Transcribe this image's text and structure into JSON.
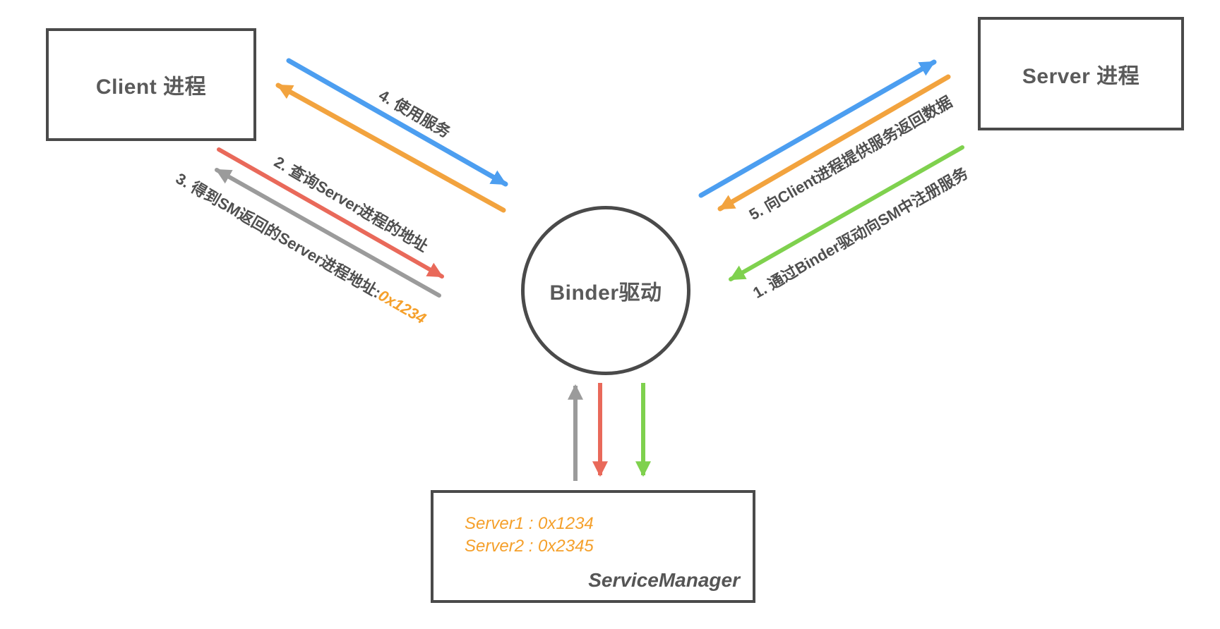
{
  "nodes": {
    "client": "Client 进程",
    "server": "Server 进程",
    "binder": "Binder驱动",
    "service_manager": "ServiceManager"
  },
  "service_manager_entries": [
    "Server1 : 0x1234",
    "Server2 : 0x2345"
  ],
  "steps": {
    "step1": "1. 通过Binder驱动向SM中注册服务",
    "step2": "2. 查询Server进程的地址",
    "step3_prefix": "3. 得到SM返回的Server进程地址:",
    "step3_address": "0x1234",
    "step4": "4. 使用服务",
    "step5": "5. 向Client进程提供服务返回数据"
  },
  "colors": {
    "blue": "#4c9ef0",
    "orange": "#f2a33e",
    "red": "#e9695a",
    "green": "#7fd14e",
    "gray": "#9b9b9b",
    "dark_border": "#4a4a4a",
    "node_text": "#5a5a5a",
    "label_text": "#4f4f4f",
    "address_orange": "#f5a02b",
    "background": "#ffffff"
  },
  "arrows": [
    {
      "name": "arrow-step4-client-to-binder",
      "color": "blue"
    },
    {
      "name": "arrow-step4-binder-to-client",
      "color": "orange"
    },
    {
      "name": "arrow-step2-query-address",
      "color": "red"
    },
    {
      "name": "arrow-step3-return-address",
      "color": "gray"
    },
    {
      "name": "arrow-step5-binder-to-server",
      "color": "blue"
    },
    {
      "name": "arrow-step5-server-to-binder",
      "color": "orange"
    },
    {
      "name": "arrow-step1-register-service",
      "color": "green"
    },
    {
      "name": "arrow-sm-reply-up",
      "color": "gray"
    },
    {
      "name": "arrow-sm-query-down",
      "color": "red"
    },
    {
      "name": "arrow-sm-register-down",
      "color": "green"
    }
  ]
}
